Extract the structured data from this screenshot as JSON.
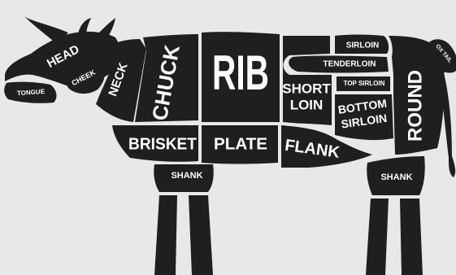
{
  "colors": {
    "background": "#e8e8e8",
    "cut_fill": "#1f1f1f",
    "label": "#ffffff",
    "seam": "#e8e8e8"
  },
  "cuts": {
    "head": "HEAD",
    "cheek": "CHEEK",
    "tongue": "TONGUE",
    "neck": "NECK",
    "chuck": "CHUCK",
    "rib": "RIB",
    "sirloin": "SIRLOIN",
    "tenderloin": "TENDERLOIN",
    "top_sirloin": "TOP SIRLOIN",
    "short_loin": "SHORT LOIN",
    "bottom_sirloin": "BOTTOM SIRLOIN",
    "round": "ROUND",
    "oxtail": "OX TAIL",
    "brisket": "BRISKET",
    "plate": "PLATE",
    "flank": "FLANK",
    "shank_front": "SHANK",
    "shank_rear": "SHANK"
  }
}
